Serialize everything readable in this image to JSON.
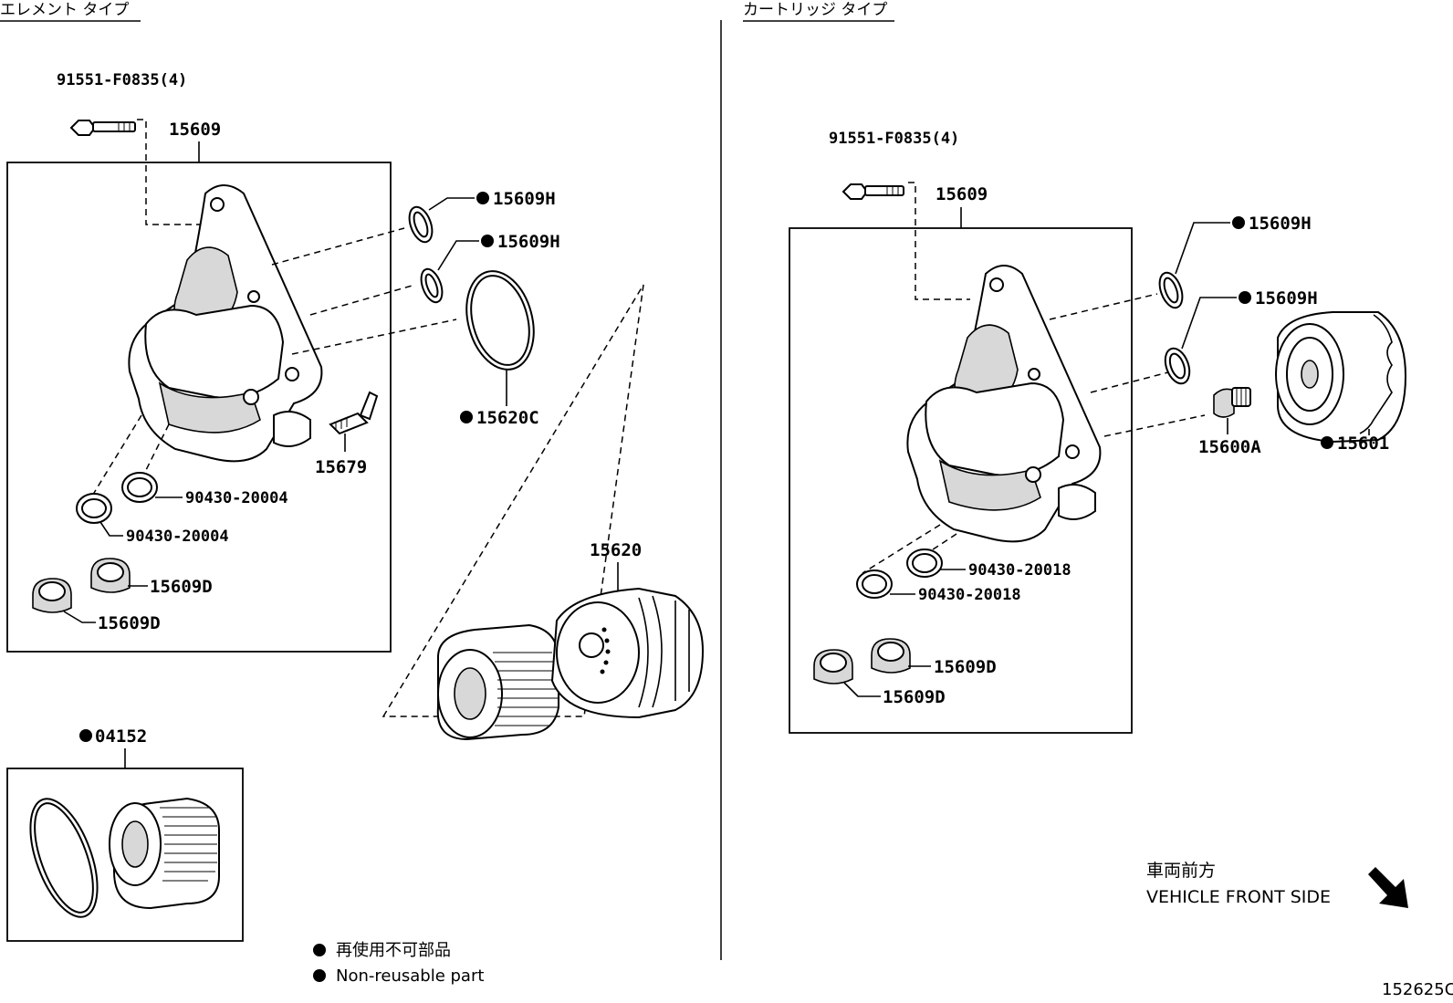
{
  "sections": {
    "left_title": "エレメント タイプ",
    "right_title": "カートリッジ タイプ"
  },
  "left": {
    "bolt": "91551-F0835(4)",
    "housing": "15609",
    "oring_upper": "15609H",
    "oring_lower": "15609H",
    "big_oring": "15620C",
    "sensor": "15679",
    "gasket_a": "90430-20004",
    "gasket_b": "90430-20004",
    "plug_a": "15609D",
    "plug_b": "15609D",
    "cap_assembly": "15620",
    "element_kit": "04152"
  },
  "right": {
    "bolt": "91551-F0835(4)",
    "housing": "15609",
    "oring_upper": "15609H",
    "oring_lower": "15609H",
    "union": "15600A",
    "cartridge": "15601",
    "gasket_a": "90430-20018",
    "gasket_b": "90430-20018",
    "plug_a": "15609D",
    "plug_b": "15609D"
  },
  "legend": {
    "jp": "再使用不可部品",
    "en": "Non-reusable part"
  },
  "direction": {
    "jp": "車両前方",
    "en": "VEHICLE FRONT SIDE"
  },
  "figure_id": "152625C"
}
